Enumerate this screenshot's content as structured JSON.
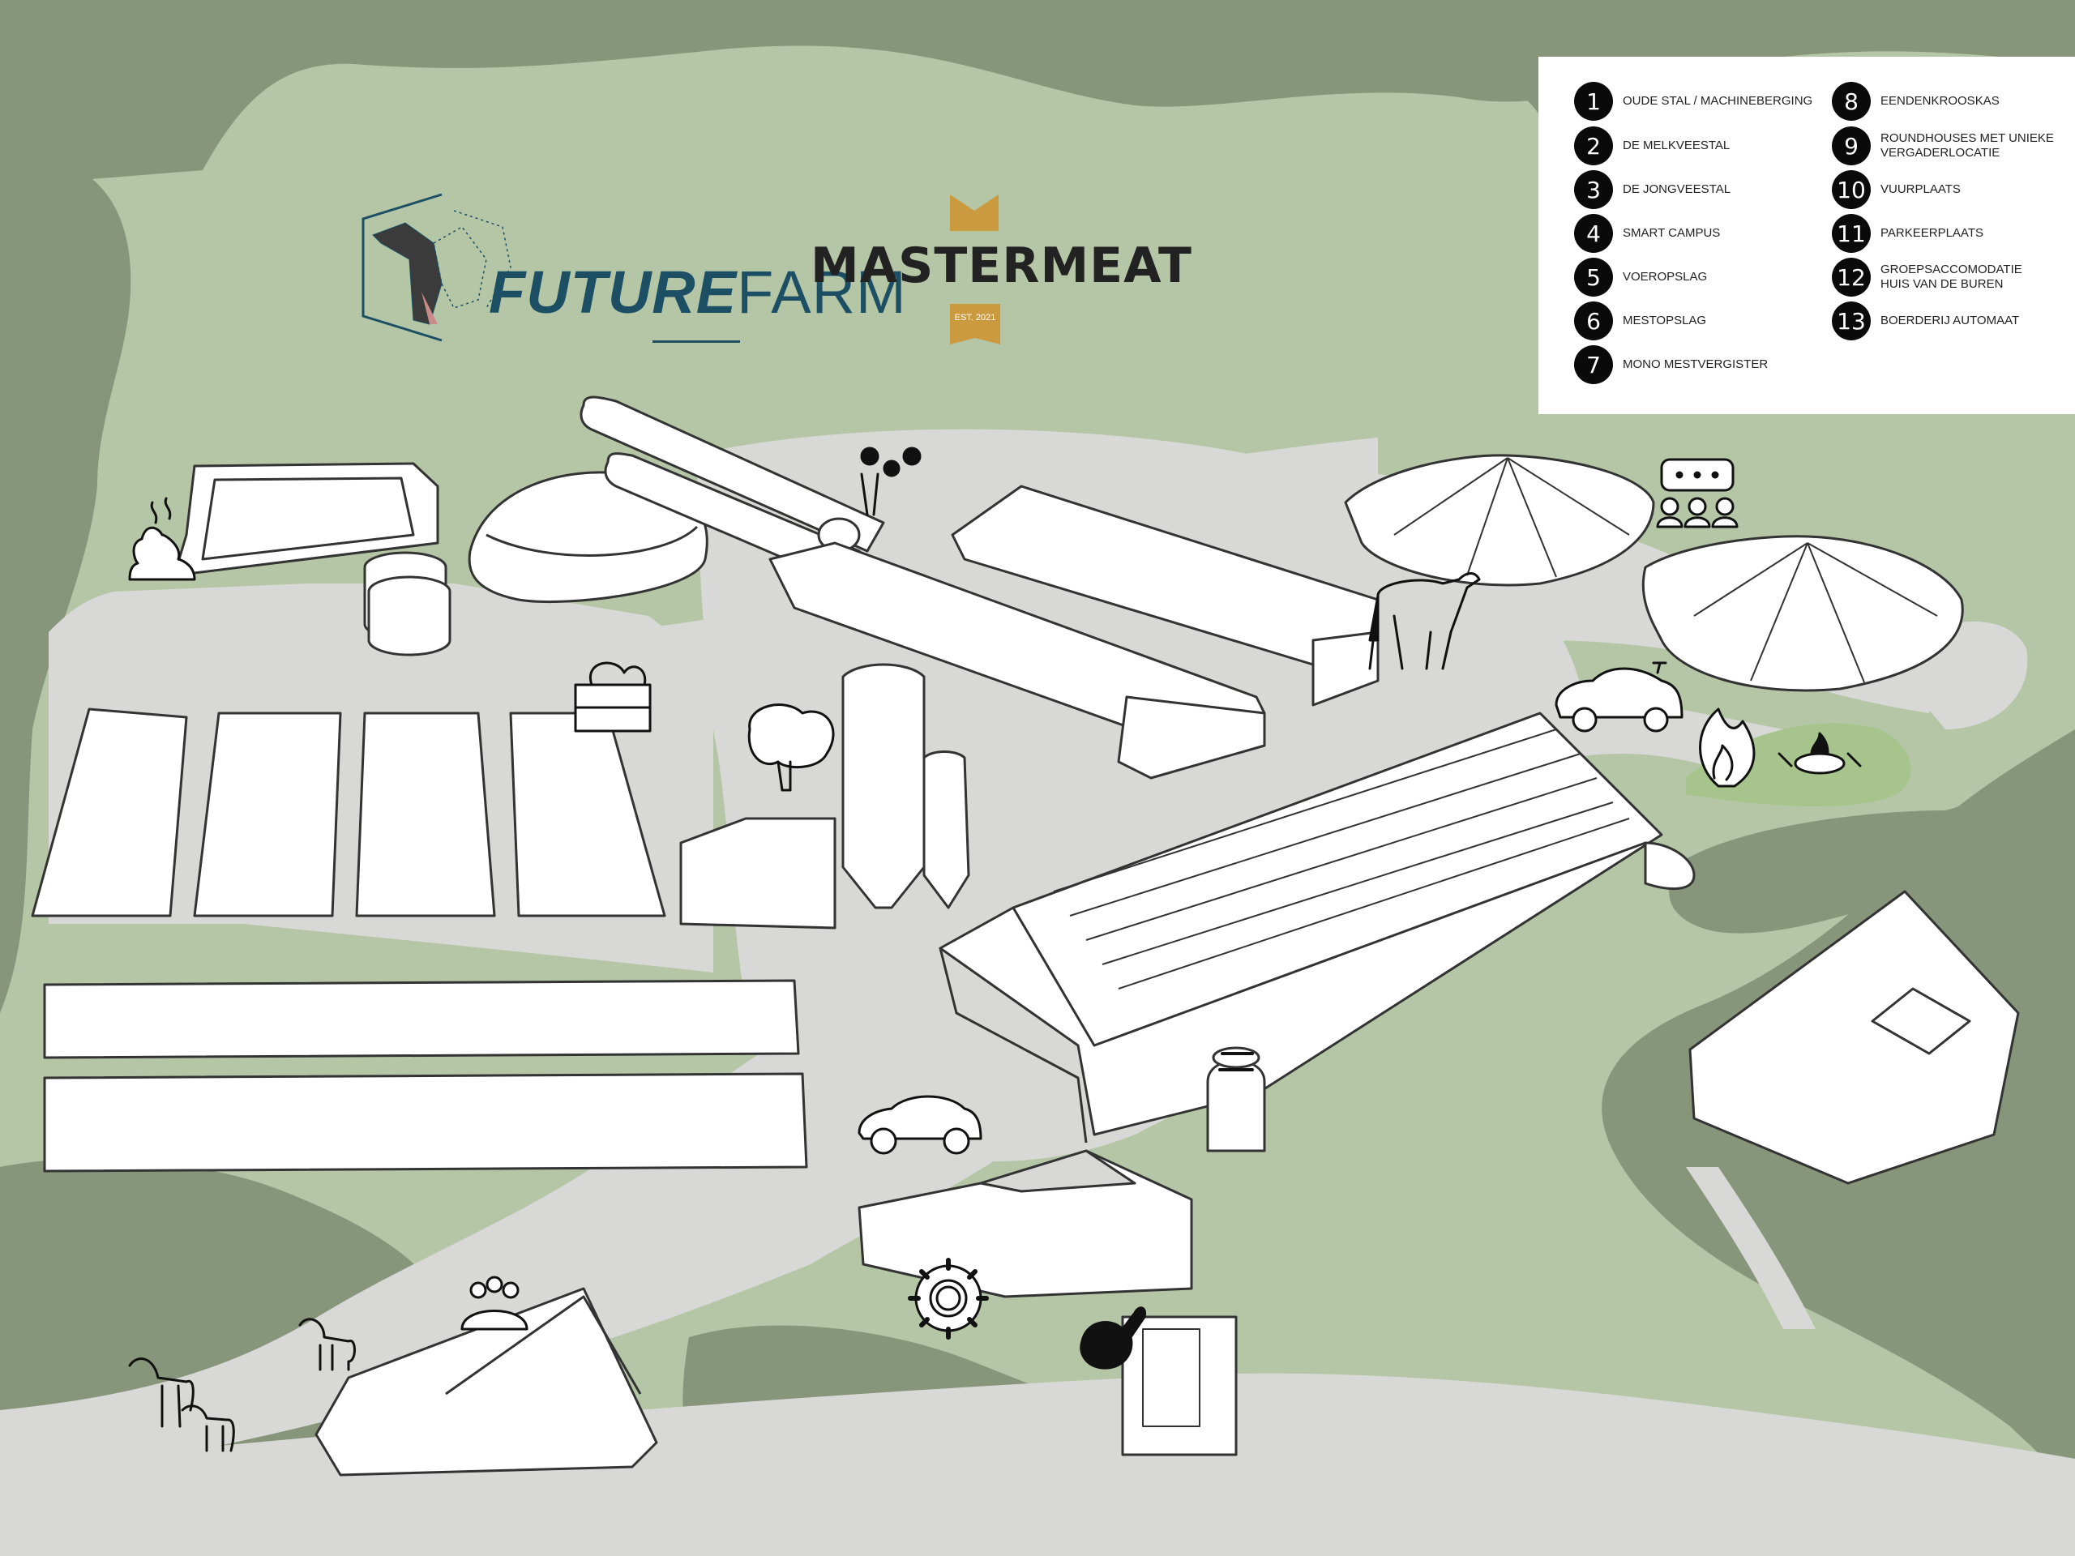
{
  "colors": {
    "dark_green": "#87957b",
    "light_green": "#b5c6a6",
    "road_grey": "#d8d9d6",
    "building_fill": "#ffffff",
    "line": "#333333",
    "legend_number_bg": "#0a0a0a",
    "mastermeat_gold": "#cc9a3e",
    "futurefarm_teal": "#1c4f63"
  },
  "logos": {
    "futurefarm": {
      "word1": "FUTURE",
      "word2": "FARM"
    },
    "mastermeat": {
      "name": "MASTERMEAT",
      "est": "EST. 2021"
    }
  },
  "legend": {
    "items": [
      {
        "num": "1",
        "label": "Oude stal / Machineberging"
      },
      {
        "num": "2",
        "label": "De Melkveestal"
      },
      {
        "num": "3",
        "label": "De Jongveestal"
      },
      {
        "num": "4",
        "label": "Smart Campus"
      },
      {
        "num": "5",
        "label": "Voeropslag"
      },
      {
        "num": "6",
        "label": "Mestopslag"
      },
      {
        "num": "7",
        "label": "Mono Mestvergister"
      },
      {
        "num": "8",
        "label": "Eendenkrooskas"
      },
      {
        "num": "9",
        "label": "Roundhouses met unieke vergaderlocatie"
      },
      {
        "num": "10",
        "label": "Vuurplaats"
      },
      {
        "num": "11",
        "label": "Parkeerplaats"
      },
      {
        "num": "12",
        "label": "Groepsaccomodatie Huis van de Buren"
      },
      {
        "num": "13",
        "label": "Boerderij automaat"
      }
    ]
  },
  "map_icons": [
    "manure-icon",
    "vegetable-crate-icon",
    "brain-icon",
    "people-silhouettes-icon",
    "cow-icon",
    "meeting-speech-icon",
    "electric-car-icon",
    "fire-icon",
    "campfire-icon",
    "milk-can-icon",
    "car-icon",
    "gear-icon",
    "ham-icon",
    "vending-machine-icon",
    "group-people-icon",
    "goat-icon"
  ]
}
